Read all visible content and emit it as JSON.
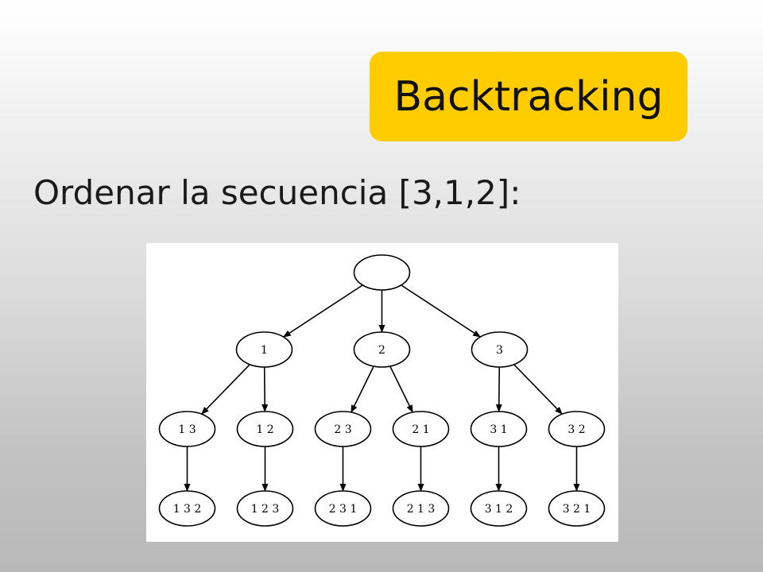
{
  "slide": {
    "title": "Backtracking",
    "subtitle": "Ordenar la secuencia [3,1,2]:"
  },
  "tree": {
    "root": {
      "label": ""
    },
    "level1": [
      "1",
      "2",
      "3"
    ],
    "level2": [
      "1 3",
      "1 2",
      "2 3",
      "2 1",
      "3 1",
      "3 2"
    ],
    "level3": [
      "1 3 2",
      "1 2 3",
      "2 3 1",
      "2 1 3",
      "3 1 2",
      "3 2 1"
    ],
    "edges": [
      [
        "root",
        "1"
      ],
      [
        "root",
        "2"
      ],
      [
        "root",
        "3"
      ],
      [
        "1",
        "1 3"
      ],
      [
        "1",
        "1 2"
      ],
      [
        "2",
        "2 3"
      ],
      [
        "2",
        "2 1"
      ],
      [
        "3",
        "3 1"
      ],
      [
        "3",
        "3 2"
      ],
      [
        "1 3",
        "1 3 2"
      ],
      [
        "1 2",
        "1 2 3"
      ],
      [
        "2 3",
        "2 3 1"
      ],
      [
        "2 1",
        "2 1 3"
      ],
      [
        "3 1",
        "3 1 2"
      ],
      [
        "3 2",
        "3 2 1"
      ]
    ]
  },
  "colors": {
    "title_badge": "#ffcc00",
    "diagram_background": "#ffffff",
    "stroke": "#000000"
  }
}
